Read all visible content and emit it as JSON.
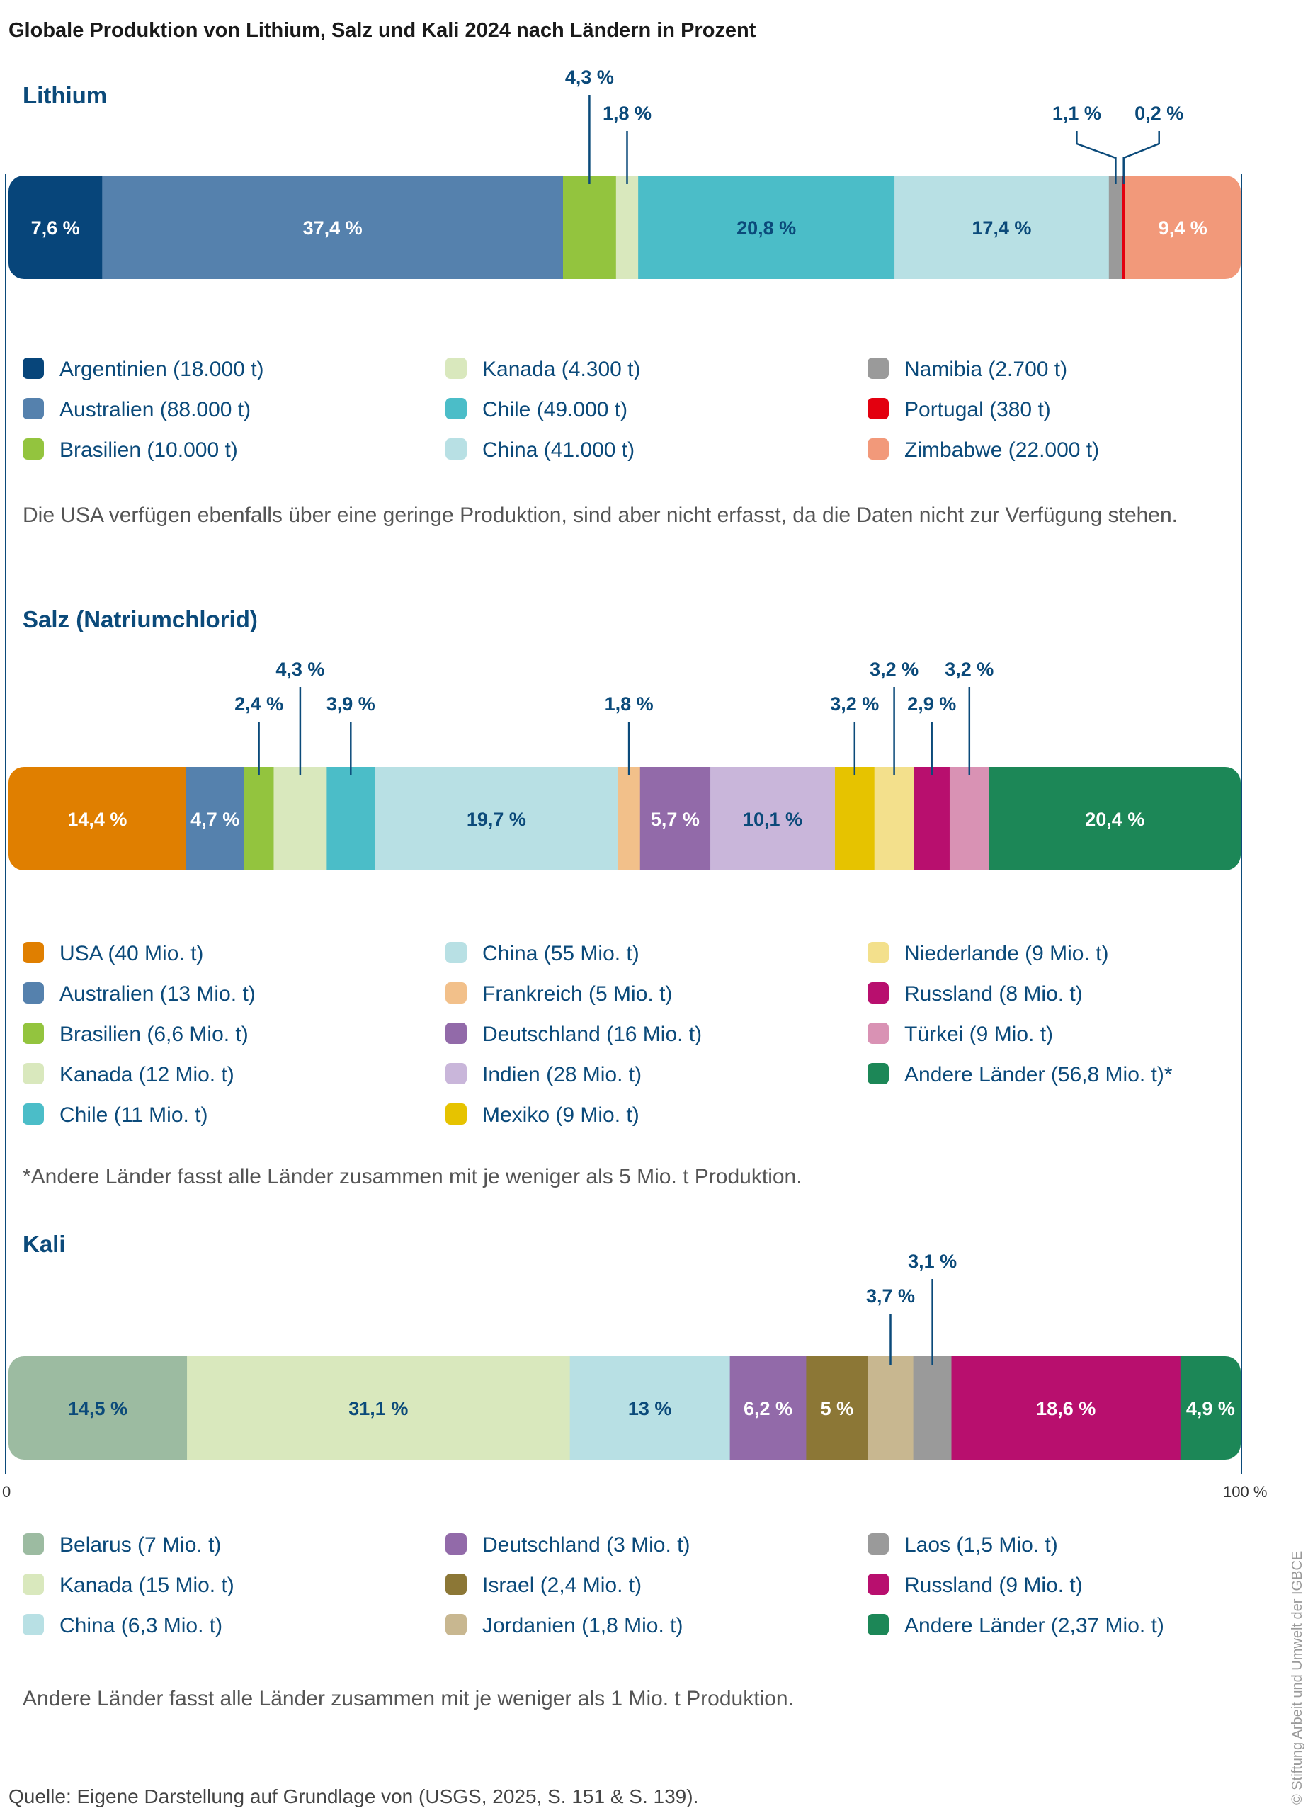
{
  "title": "Globale Produktion von Lithium, Salz und Kali 2024 nach Ländern in Prozent",
  "axis": {
    "min_label": "0",
    "max_label": "100 %"
  },
  "source": "Quelle: Eigene Darstellung auf Grundlage von (USGS, 2025, S. 151 & S. 139).",
  "copyright": "© Stiftung Arbeit und Umwelt der IGBCE",
  "chart_data": [
    {
      "type": "bar",
      "stacked": true,
      "orientation": "horizontal",
      "title": "Lithium",
      "xlim": [
        0,
        100
      ],
      "note": "Die USA verfügen ebenfalls über eine geringe Produktion, sind aber nicht erfasst, da die Daten nicht zur Verfügung stehen.",
      "series": [
        {
          "name": "Argentinien (18.000 t)",
          "value": 7.6,
          "label": "7,6 %",
          "color": "#07457a",
          "labelColor": "#ffffff",
          "placement": "inside"
        },
        {
          "name": "Australien (88.000 t)",
          "value": 37.4,
          "label": "37,4 %",
          "color": "#5581ad",
          "labelColor": "#ffffff",
          "placement": "inside"
        },
        {
          "name": "Brasilien (10.000 t)",
          "value": 4.3,
          "label": "4,3 %",
          "color": "#93c43e",
          "labelColor": "#0b4a7a",
          "placement": "callout",
          "level": 2
        },
        {
          "name": "Kanada (4.300 t)",
          "value": 1.8,
          "label": "1,8 %",
          "color": "#d9e8bd",
          "labelColor": "#0b4a7a",
          "placement": "callout",
          "level": 1
        },
        {
          "name": "Chile (49.000 t)",
          "value": 20.8,
          "label": "20,8 %",
          "color": "#4bbdc8",
          "labelColor": "#0b4a7a",
          "placement": "inside"
        },
        {
          "name": "China (41.000 t)",
          "value": 17.4,
          "label": "17,4 %",
          "color": "#b8e0e4",
          "labelColor": "#0b4a7a",
          "placement": "inside"
        },
        {
          "name": "Namibia (2.700 t)",
          "value": 1.1,
          "label": "1,1 %",
          "color": "#9a9a9a",
          "labelColor": "#0b4a7a",
          "placement": "callout",
          "level": 1,
          "offset": -55
        },
        {
          "name": "Portugal (380 t)",
          "value": 0.2,
          "label": "0,2 %",
          "color": "#e3000f",
          "labelColor": "#0b4a7a",
          "placement": "callout",
          "level": 1,
          "offset": 50
        },
        {
          "name": "Zimbabwe (22.000 t)",
          "value": 9.4,
          "label": "9,4 %",
          "color": "#f2997a",
          "labelColor": "#ffffff",
          "placement": "inside"
        }
      ]
    },
    {
      "type": "bar",
      "stacked": true,
      "orientation": "horizontal",
      "title": "Salz (Natriumchlorid)",
      "xlim": [
        0,
        100
      ],
      "note": "*Andere Länder fasst alle Länder zusammen mit je weniger als 5 Mio. t Produktion.",
      "series": [
        {
          "name": "USA (40 Mio. t)",
          "value": 14.4,
          "label": "14,4 %",
          "color": "#e07f00",
          "labelColor": "#ffffff",
          "placement": "inside"
        },
        {
          "name": "Australien (13 Mio. t)",
          "value": 4.7,
          "label": "4,7 %",
          "color": "#5581ad",
          "labelColor": "#ffffff",
          "placement": "inside"
        },
        {
          "name": "Brasilien (6,6 Mio. t)",
          "value": 2.4,
          "label": "2,4 %",
          "color": "#93c43e",
          "labelColor": "#0b4a7a",
          "placement": "callout",
          "level": 1
        },
        {
          "name": "Kanada (12 Mio. t)",
          "value": 4.3,
          "label": "4,3 %",
          "color": "#d9e8bd",
          "labelColor": "#0b4a7a",
          "placement": "callout",
          "level": 2
        },
        {
          "name": "Chile (11 Mio. t)",
          "value": 3.9,
          "label": "3,9 %",
          "color": "#4bbdc8",
          "labelColor": "#0b4a7a",
          "placement": "callout",
          "level": 1
        },
        {
          "name": "China (55 Mio. t)",
          "value": 19.7,
          "label": "19,7 %",
          "color": "#b8e0e4",
          "labelColor": "#0b4a7a",
          "placement": "inside"
        },
        {
          "name": "Frankreich (5 Mio. t)",
          "value": 1.8,
          "label": "1,8 %",
          "color": "#f2c08a",
          "labelColor": "#0b4a7a",
          "placement": "callout",
          "level": 1
        },
        {
          "name": "Deutschland (16 Mio. t)",
          "value": 5.7,
          "label": "5,7 %",
          "color": "#926aa9",
          "labelColor": "#ffffff",
          "placement": "inside"
        },
        {
          "name": "Indien (28 Mio. t)",
          "value": 10.1,
          "label": "10,1 %",
          "color": "#c9b6da",
          "labelColor": "#0b4a7a",
          "placement": "inside"
        },
        {
          "name": "Mexiko (9 Mio. t)",
          "value": 3.2,
          "label": "3,2 %",
          "color": "#e6c300",
          "labelColor": "#0b4a7a",
          "placement": "callout",
          "level": 1
        },
        {
          "name": "Niederlande (9 Mio. t)",
          "value": 3.2,
          "label": "3,2 %",
          "color": "#f3e08c",
          "labelColor": "#0b4a7a",
          "placement": "callout",
          "level": 2
        },
        {
          "name": "Russland (8 Mio. t)",
          "value": 2.9,
          "label": "2,9 %",
          "color": "#b80f6e",
          "labelColor": "#0b4a7a",
          "placement": "callout",
          "level": 1
        },
        {
          "name": "Türkei (9 Mio. t)",
          "value": 3.2,
          "label": "3,2 %",
          "color": "#d992b4",
          "labelColor": "#0b4a7a",
          "placement": "callout",
          "level": 2
        },
        {
          "name": "Andere Länder (56,8 Mio. t)*",
          "value": 20.4,
          "label": "20,4 %",
          "color": "#1c8757",
          "labelColor": "#ffffff",
          "placement": "inside"
        }
      ]
    },
    {
      "type": "bar",
      "stacked": true,
      "orientation": "horizontal",
      "title": "Kali",
      "xlim": [
        0,
        100
      ],
      "note": "Andere Länder fasst alle Länder zusammen mit je weniger als 1 Mio. t Produktion.",
      "series": [
        {
          "name": "Belarus (7 Mio. t)",
          "value": 14.5,
          "label": "14,5 %",
          "color": "#9cbba1",
          "labelColor": "#0b4a7a",
          "placement": "inside"
        },
        {
          "name": "Kanada (15 Mio. t)",
          "value": 31.1,
          "label": "31,1 %",
          "color": "#d9e8bd",
          "labelColor": "#0b4a7a",
          "placement": "inside"
        },
        {
          "name": "China (6,3 Mio. t)",
          "value": 13,
          "label": "13 %",
          "color": "#b8e0e4",
          "labelColor": "#0b4a7a",
          "placement": "inside"
        },
        {
          "name": "Deutschland (3 Mio. t)",
          "value": 6.2,
          "label": "6,2 %",
          "color": "#926aa9",
          "labelColor": "#ffffff",
          "placement": "inside"
        },
        {
          "name": "Israel (2,4 Mio. t)",
          "value": 5,
          "label": "5 %",
          "color": "#8c7736",
          "labelColor": "#ffffff",
          "placement": "inside"
        },
        {
          "name": "Jordanien (1,8 Mio. t)",
          "value": 3.7,
          "label": "3,7 %",
          "color": "#c8b790",
          "labelColor": "#0b4a7a",
          "placement": "callout",
          "level": 1
        },
        {
          "name": "Laos (1,5 Mio. t)",
          "value": 3.1,
          "label": "3,1 %",
          "color": "#9a9a9a",
          "labelColor": "#0b4a7a",
          "placement": "callout",
          "level": 2
        },
        {
          "name": "Russland (9 Mio. t)",
          "value": 18.6,
          "label": "18,6 %",
          "color": "#b80f6e",
          "labelColor": "#ffffff",
          "placement": "inside"
        },
        {
          "name": "Andere Länder (2,37 Mio. t)",
          "value": 4.9,
          "label": "4,9 %",
          "color": "#1c8757",
          "labelColor": "#ffffff",
          "placement": "inside"
        }
      ]
    }
  ]
}
